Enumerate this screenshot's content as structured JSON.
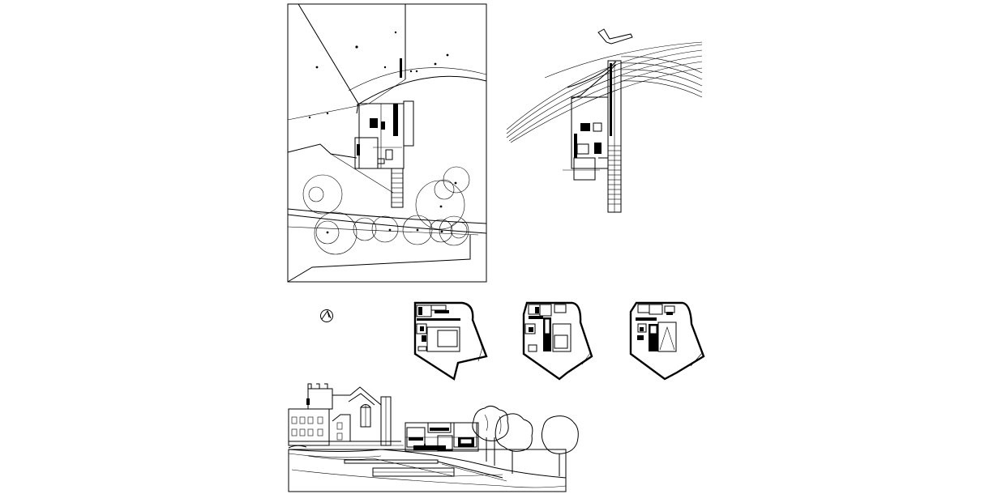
{
  "drawing": {
    "panels": [
      {
        "id": "site-plan",
        "label": ""
      },
      {
        "id": "roof-plan",
        "label": ""
      },
      {
        "id": "north-arrow",
        "label": ""
      },
      {
        "id": "floor-plan-1",
        "label": ""
      },
      {
        "id": "floor-plan-2",
        "label": ""
      },
      {
        "id": "floor-plan-3",
        "label": ""
      },
      {
        "id": "site-section",
        "label": ""
      }
    ],
    "colors": {
      "ink": "#000000",
      "paper": "#ffffff"
    }
  }
}
